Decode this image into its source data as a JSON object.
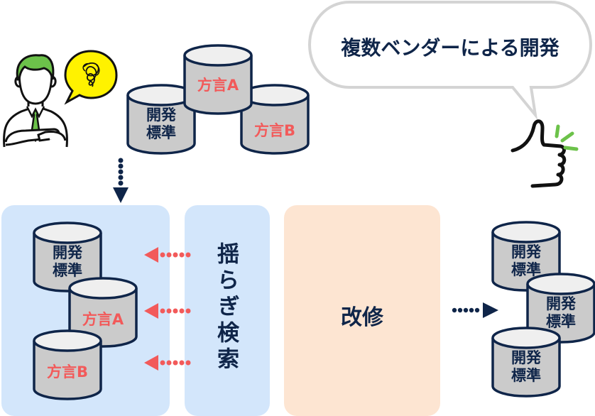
{
  "colors": {
    "navy": "#0f2549",
    "red": "#f25a5a",
    "panel_blue": "#d3e6fb",
    "panel_peach": "#fde5d2",
    "cylinder_body": "#cbcbcb",
    "cylinder_top": "#efefef",
    "green": "#6cc24a",
    "yellow": "#fff200",
    "bubble_gray": "#d4d4d4"
  },
  "top": {
    "person_icon": "worried-developer",
    "worry_bubble_icon": "tangled-scribble",
    "databases": [
      {
        "line1": "開発",
        "line2": "標準",
        "kind": "standard"
      },
      {
        "line1": "方言A",
        "line2": "",
        "kind": "dialect"
      },
      {
        "line1": "方言B",
        "line2": "",
        "kind": "dialect"
      }
    ],
    "speech_bubble": "複数ベンダーによる開発",
    "thumbs_up_icon": "thumbs-up"
  },
  "bottom": {
    "mixed_databases": [
      {
        "line1": "開発",
        "line2": "標準",
        "kind": "standard"
      },
      {
        "line1": "方言A",
        "line2": "",
        "kind": "dialect"
      },
      {
        "line1": "方言B",
        "line2": "",
        "kind": "dialect"
      }
    ],
    "fuzzy_search_label": "揺らぎ検索",
    "modification_label": "改修",
    "result_databases": [
      {
        "line1": "開発",
        "line2": "標準",
        "kind": "standard"
      },
      {
        "line1": "開発",
        "line2": "標準",
        "kind": "standard"
      },
      {
        "line1": "開発",
        "line2": "標準",
        "kind": "standard"
      }
    ]
  }
}
